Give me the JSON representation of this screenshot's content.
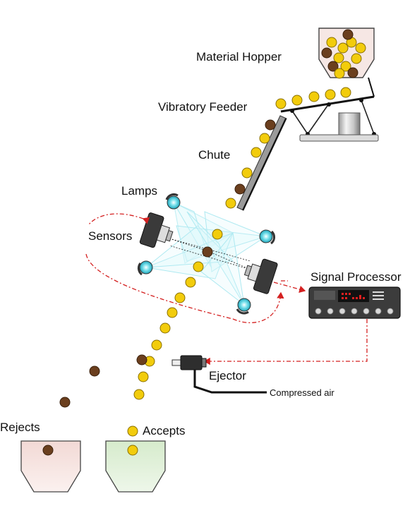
{
  "labels": {
    "hopper": "Material Hopper",
    "feeder": "Vibratory Feeder",
    "chute": "Chute",
    "lamps": "Lamps",
    "sensors": "Sensors",
    "processor": "Signal Processor",
    "ejector": "Ejector",
    "air": "Compressed air",
    "rejects": "Rejects",
    "accepts": "Accepts"
  },
  "colors": {
    "good": "#f2cc0c",
    "good_stroke": "#8a7000",
    "bad": "#6b3f1e",
    "signal": "#d42020",
    "light": "#6cd8e6",
    "rejects_bin": "#f7e3e0",
    "accepts_bin": "#e2f1dc",
    "hopper_fill": "#f6e7e4"
  }
}
